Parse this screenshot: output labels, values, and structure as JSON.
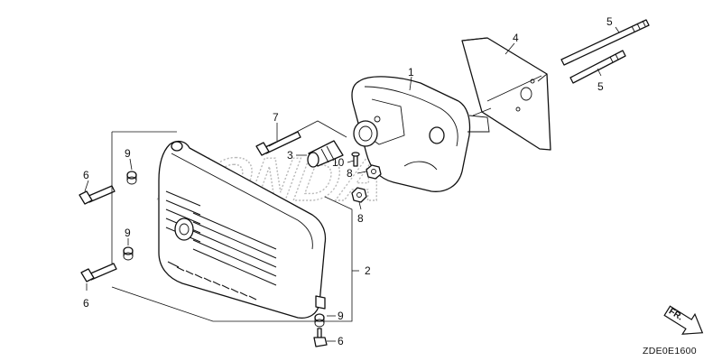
{
  "watermark": "HONDA",
  "diagram_code": "ZDE0E1600",
  "front_indicator": {
    "text": "FR.",
    "icon": "front-direction-arrow-icon"
  },
  "callouts": [
    {
      "ref": "1",
      "part": "muffler"
    },
    {
      "ref": "2",
      "part": "muffler-protector"
    },
    {
      "ref": "3",
      "part": "spark-arrester"
    },
    {
      "ref": "4",
      "part": "exhaust-guide"
    },
    {
      "ref": "5",
      "part": "stud-bolt"
    },
    {
      "ref": "5",
      "part": "stud-bolt"
    },
    {
      "ref": "6",
      "part": "flange-bolt"
    },
    {
      "ref": "6",
      "part": "flange-bolt"
    },
    {
      "ref": "6",
      "part": "flange-bolt"
    },
    {
      "ref": "7",
      "part": "flange-bolt"
    },
    {
      "ref": "8",
      "part": "flange-nut"
    },
    {
      "ref": "8",
      "part": "flange-nut"
    },
    {
      "ref": "9",
      "part": "collar"
    },
    {
      "ref": "9",
      "part": "collar"
    },
    {
      "ref": "9",
      "part": "collar"
    },
    {
      "ref": "10",
      "part": "screw"
    }
  ]
}
